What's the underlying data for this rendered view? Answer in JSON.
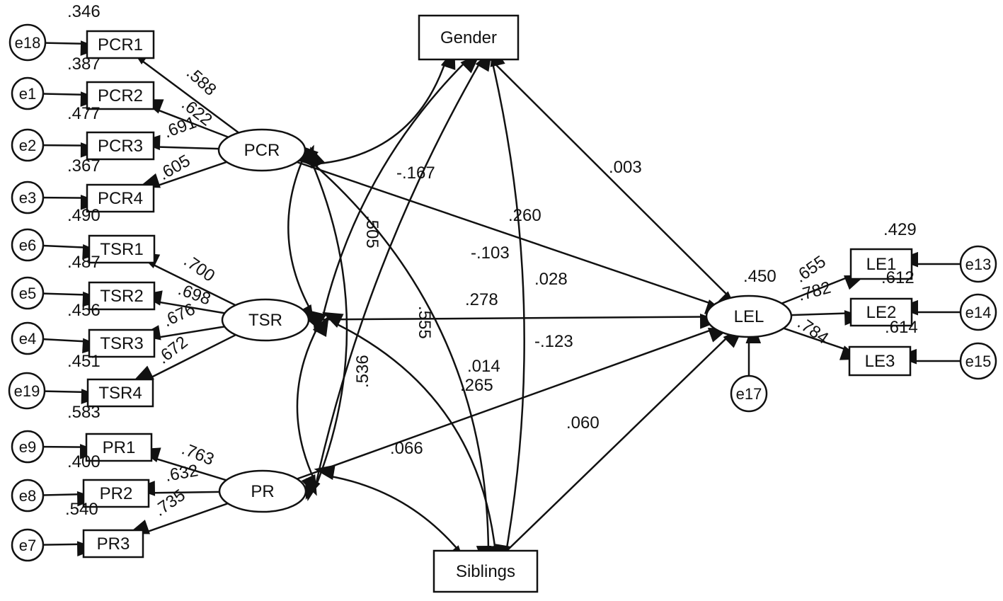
{
  "diagram": {
    "nodes": [
      {
        "id": "PCR1",
        "label": "PCR1",
        "shape": "rect"
      },
      {
        "id": "PCR2",
        "label": "PCR2",
        "shape": "rect"
      },
      {
        "id": "PCR3",
        "label": "PCR3",
        "shape": "rect"
      },
      {
        "id": "PCR4",
        "label": "PCR4",
        "shape": "rect"
      },
      {
        "id": "TSR1",
        "label": "TSR1",
        "shape": "rect"
      },
      {
        "id": "TSR2",
        "label": "TSR2",
        "shape": "rect"
      },
      {
        "id": "TSR3",
        "label": "TSR3",
        "shape": "rect"
      },
      {
        "id": "TSR4",
        "label": "TSR4",
        "shape": "rect"
      },
      {
        "id": "PR1",
        "label": "PR1",
        "shape": "rect"
      },
      {
        "id": "PR2",
        "label": "PR2",
        "shape": "rect"
      },
      {
        "id": "PR3",
        "label": "PR3",
        "shape": "rect"
      },
      {
        "id": "LE1",
        "label": "LE1",
        "shape": "rect"
      },
      {
        "id": "LE2",
        "label": "LE2",
        "shape": "rect"
      },
      {
        "id": "LE3",
        "label": "LE3",
        "shape": "rect"
      },
      {
        "id": "Gender",
        "label": "Gender",
        "shape": "rect"
      },
      {
        "id": "Siblings",
        "label": "Siblings",
        "shape": "rect"
      },
      {
        "id": "PCR",
        "label": "PCR",
        "shape": "ellipse"
      },
      {
        "id": "TSR",
        "label": "TSR",
        "shape": "ellipse"
      },
      {
        "id": "PR",
        "label": "PR",
        "shape": "ellipse"
      },
      {
        "id": "LEL",
        "label": "LEL",
        "shape": "ellipse"
      },
      {
        "id": "e18",
        "label": "e18",
        "shape": "circle"
      },
      {
        "id": "e1",
        "label": "e1",
        "shape": "circle"
      },
      {
        "id": "e2",
        "label": "e2",
        "shape": "circle"
      },
      {
        "id": "e3",
        "label": "e3",
        "shape": "circle"
      },
      {
        "id": "e6",
        "label": "e6",
        "shape": "circle"
      },
      {
        "id": "e5",
        "label": "e5",
        "shape": "circle"
      },
      {
        "id": "e4",
        "label": "e4",
        "shape": "circle"
      },
      {
        "id": "e19",
        "label": "e19",
        "shape": "circle"
      },
      {
        "id": "e9",
        "label": "e9",
        "shape": "circle"
      },
      {
        "id": "e8",
        "label": "e8",
        "shape": "circle"
      },
      {
        "id": "e7",
        "label": "e7",
        "shape": "circle"
      },
      {
        "id": "e13",
        "label": "e13",
        "shape": "circle"
      },
      {
        "id": "e14",
        "label": "e14",
        "shape": "circle"
      },
      {
        "id": "e15",
        "label": "e15",
        "shape": "circle"
      },
      {
        "id": "e17",
        "label": "e17",
        "shape": "circle"
      }
    ],
    "r_squared": [
      {
        "node": "PCR1",
        "value": ".346"
      },
      {
        "node": "PCR2",
        "value": ".387"
      },
      {
        "node": "PCR3",
        "value": ".477"
      },
      {
        "node": "PCR4",
        "value": ".367"
      },
      {
        "node": "TSR1",
        "value": ".490"
      },
      {
        "node": "TSR2",
        "value": ".487"
      },
      {
        "node": "TSR3",
        "value": ".456"
      },
      {
        "node": "TSR4",
        "value": ".451"
      },
      {
        "node": "PR1",
        "value": ".583"
      },
      {
        "node": "PR2",
        "value": ".400"
      },
      {
        "node": "PR3",
        "value": ".540"
      },
      {
        "node": "LE1",
        "value": ".429"
      },
      {
        "node": "LE2",
        "value": ".612"
      },
      {
        "node": "LE3",
        "value": ".614"
      },
      {
        "node": "LEL",
        "value": ".450"
      }
    ],
    "loadings": [
      {
        "from": "PCR",
        "to": "PCR1",
        "value": ".588"
      },
      {
        "from": "PCR",
        "to": "PCR2",
        "value": ".622"
      },
      {
        "from": "PCR",
        "to": "PCR3",
        "value": ".691"
      },
      {
        "from": "PCR",
        "to": "PCR4",
        "value": ".605"
      },
      {
        "from": "TSR",
        "to": "TSR1",
        "value": ".700"
      },
      {
        "from": "TSR",
        "to": "TSR2",
        "value": ".698"
      },
      {
        "from": "TSR",
        "to": "TSR3",
        "value": ".676"
      },
      {
        "from": "TSR",
        "to": "TSR4",
        "value": ".672"
      },
      {
        "from": "PR",
        "to": "PR1",
        "value": ".763"
      },
      {
        "from": "PR",
        "to": "PR2",
        "value": ".632"
      },
      {
        "from": "PR",
        "to": "PR3",
        "value": ".735"
      },
      {
        "from": "LEL",
        "to": "LE1",
        "value": ".655"
      },
      {
        "from": "LEL",
        "to": "LE2",
        "value": ".782"
      },
      {
        "from": "LEL",
        "to": "LE3",
        "value": ".784"
      }
    ],
    "regressions": [
      {
        "from": "PCR",
        "to": "LEL",
        "value": ".260"
      },
      {
        "from": "TSR",
        "to": "LEL",
        "value": ".278"
      },
      {
        "from": "PR",
        "to": "LEL",
        "value": ".066"
      },
      {
        "from": "Gender",
        "to": "LEL",
        "value": ".003"
      },
      {
        "from": "Siblings",
        "to": "LEL",
        "value": ".060"
      }
    ],
    "covariances": [
      {
        "a": "PCR",
        "b": "TSR",
        "value": ".505"
      },
      {
        "a": "PCR",
        "b": "PR",
        "value": ".555"
      },
      {
        "a": "TSR",
        "b": "PR",
        "value": ".536"
      },
      {
        "a": "PCR",
        "b": "Gender",
        "value": ""
      },
      {
        "a": "PCR",
        "b": "Siblings",
        "value": "-.167"
      },
      {
        "a": "TSR",
        "b": "Gender",
        "value": "-.103"
      },
      {
        "a": "TSR",
        "b": "Siblings",
        "value": ".265"
      },
      {
        "a": "PR",
        "b": "Gender",
        "value": ".014"
      },
      {
        "a": "PR",
        "b": "Siblings",
        "value": ""
      },
      {
        "a": "Gender",
        "b": "Siblings",
        "value": ".028"
      },
      {
        "a": "Gender",
        "b": "Siblings",
        "value": "-.123"
      }
    ]
  }
}
